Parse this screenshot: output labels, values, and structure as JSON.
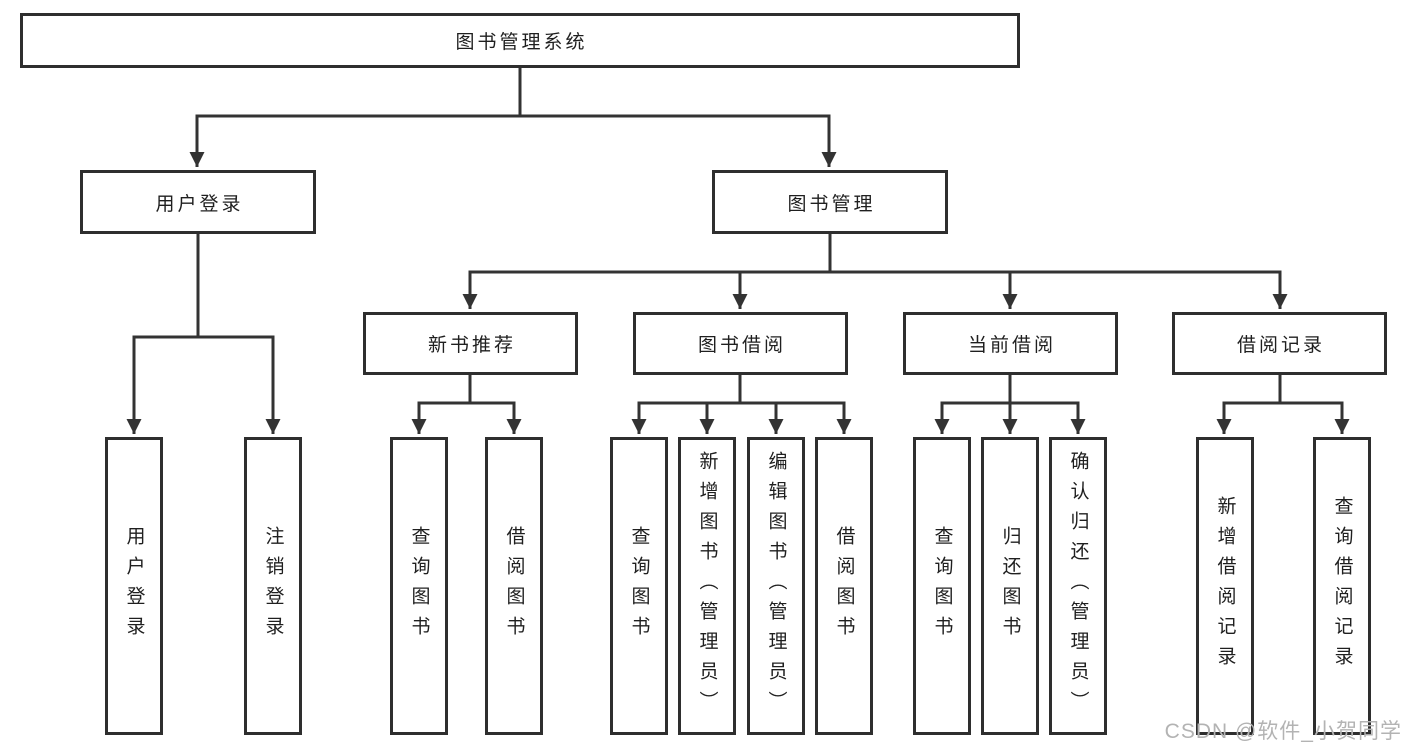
{
  "diagram": {
    "root": {
      "label": "图书管理系统"
    },
    "branches": [
      {
        "label": "用户登录"
      },
      {
        "label": "图书管理"
      }
    ],
    "modules": [
      {
        "label": "新书推荐"
      },
      {
        "label": "图书借阅"
      },
      {
        "label": "当前借阅"
      },
      {
        "label": "借阅记录"
      }
    ],
    "leaves": [
      {
        "label": "用户登录"
      },
      {
        "label": "注销登录"
      },
      {
        "label": "查询图书"
      },
      {
        "label": "借阅图书"
      },
      {
        "label": "查询图书"
      },
      {
        "label": "新增图书（管理员）"
      },
      {
        "label": "编辑图书（管理员）"
      },
      {
        "label": "借阅图书"
      },
      {
        "label": "查询图书"
      },
      {
        "label": "归还图书"
      },
      {
        "label": "确认归还（管理员）"
      },
      {
        "label": "新增借阅记录"
      },
      {
        "label": "查询借阅记录"
      }
    ]
  },
  "watermark": {
    "text": "CSDN @软件_小贺同学"
  },
  "colors": {
    "line": "#333333",
    "border": "#2e2e2e",
    "text": "#1f1f1f",
    "background": "#ffffff",
    "watermark": "#b3b3b3"
  }
}
